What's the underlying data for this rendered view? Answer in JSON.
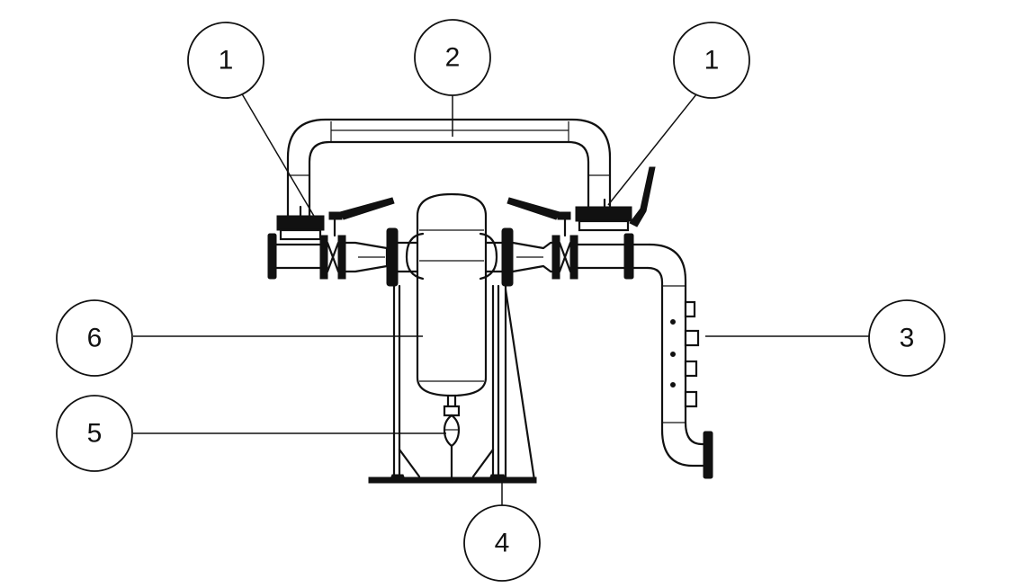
{
  "callouts": [
    {
      "id": "valve-left",
      "label": "1"
    },
    {
      "id": "bypass-pipe",
      "label": "2"
    },
    {
      "id": "valve-right",
      "label": "1"
    },
    {
      "id": "manifold",
      "label": "3"
    },
    {
      "id": "support-frame",
      "label": "4"
    },
    {
      "id": "drain-valve",
      "label": "5"
    },
    {
      "id": "separator-vessel",
      "label": "6"
    }
  ]
}
